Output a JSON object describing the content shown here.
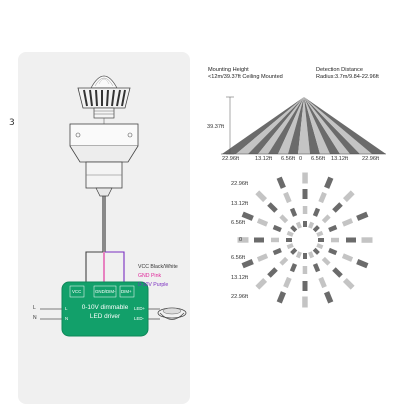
{
  "side_number": "3",
  "mounting": {
    "title": "Mounting Height",
    "value": "<12m/39.37ft Ceiling Mounted"
  },
  "detection": {
    "title": "Detection Distance",
    "value": "Radius:3.7m/9.84-22.96ft"
  },
  "side_view": {
    "height_label": "39.37ft",
    "x_ticks": [
      "22.96ft",
      "13.12ft",
      "6.56ft",
      "0",
      "6.56ft",
      "13.12ft",
      "22.96ft"
    ]
  },
  "top_view": {
    "y_ticks": [
      "22.96ft",
      "13.12ft",
      "6.56ft",
      "0",
      "6.56ft",
      "13.12ft",
      "22.96ft"
    ]
  },
  "wiring": {
    "vcc": "VCC  Black/White",
    "gnd": "GND  Pink",
    "dim": "0-10V  Purple"
  },
  "driver": {
    "line1": "0-10V dimmable",
    "line2": "LED driver",
    "pins_top": [
      "VCC",
      "GND/DIM-",
      "DIM+"
    ],
    "pin_led_plus": "LED+",
    "pin_led_minus": "LED-",
    "pin_l": "L",
    "pin_n": "N",
    "input_l": "L",
    "input_n": "N"
  },
  "colors": {
    "panel_bg": "#f0f0f0",
    "driver_green": "#12a06a",
    "pink": "#e0279a",
    "purple": "#7a2ec0",
    "beam_dark": "#6b6b6b",
    "beam_light": "#c4c4c4"
  }
}
